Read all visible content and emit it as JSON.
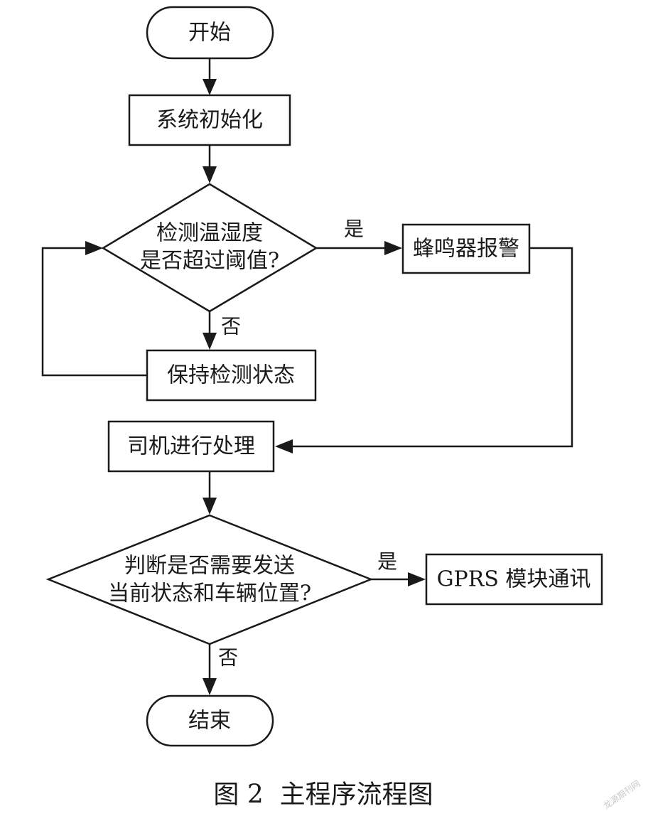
{
  "diagram": {
    "nodes": {
      "start": "开始",
      "init": "系统初始化",
      "check_line1": "检测温湿度",
      "check_line2": "是否超过阈值?",
      "alarm": "蜂鸣器报警",
      "keep": "保持检测状态",
      "driver": "司机进行处理",
      "judge_line1": "判断是否需要发送",
      "judge_line2": "当前状态和车辆位置?",
      "gprs": "GPRS 模块通讯",
      "end": "结束"
    },
    "edge_labels": {
      "check_yes": "是",
      "check_no": "否",
      "judge_yes": "是",
      "judge_no": "否"
    }
  },
  "caption": "图 2  主程序流程图",
  "watermark": "龙源期刊网"
}
